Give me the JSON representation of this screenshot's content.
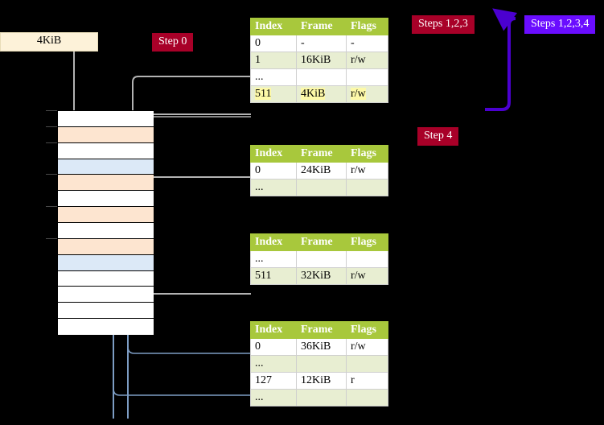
{
  "labels": {
    "step0": "Step 0",
    "steps123": "Steps 1,2,3",
    "steps1234": "Steps 1,2,3,4",
    "step4": "Step 4",
    "memblock_4kib": "4KiB"
  },
  "colors": {
    "badge_red": "#a80028",
    "badge_violet": "#6a0dff",
    "table_header": "#a8c83c",
    "table_row_tint": "#e8eed2",
    "highlight_yellow": "#fdf9a8",
    "memblock_bg": "#fdf2d9",
    "grid_peach": "#fde5d0",
    "grid_blue": "#dce9f7",
    "arrow_gray": "#b3b3b3",
    "arrow_blue": "#7d9dc4"
  },
  "tables": [
    {
      "name": "page-table-level-0",
      "headers": [
        "Index",
        "Frame",
        "Flags"
      ],
      "rows": [
        {
          "tint": false,
          "highlight": false,
          "cells": [
            "0",
            "-",
            "-"
          ]
        },
        {
          "tint": true,
          "highlight": false,
          "cells": [
            "1",
            "16KiB",
            "r/w"
          ]
        },
        {
          "tint": false,
          "highlight": false,
          "cells": [
            "...",
            "",
            ""
          ]
        },
        {
          "tint": true,
          "highlight": true,
          "cells": [
            "511",
            "4KiB",
            "r/w"
          ]
        }
      ]
    },
    {
      "name": "page-table-level-1",
      "headers": [
        "Index",
        "Frame",
        "Flags"
      ],
      "rows": [
        {
          "tint": false,
          "highlight": false,
          "cells": [
            "0",
            "24KiB",
            "r/w"
          ]
        },
        {
          "tint": true,
          "highlight": false,
          "cells": [
            "...",
            "",
            ""
          ]
        }
      ]
    },
    {
      "name": "page-table-level-2",
      "headers": [
        "Index",
        "Frame",
        "Flags"
      ],
      "rows": [
        {
          "tint": false,
          "highlight": false,
          "cells": [
            "...",
            "",
            ""
          ]
        },
        {
          "tint": true,
          "highlight": false,
          "cells": [
            "511",
            "32KiB",
            "r/w"
          ]
        }
      ]
    },
    {
      "name": "page-table-level-3",
      "headers": [
        "Index",
        "Frame",
        "Flags"
      ],
      "rows": [
        {
          "tint": false,
          "highlight": false,
          "cells": [
            "0",
            "36KiB",
            "r/w"
          ]
        },
        {
          "tint": true,
          "highlight": false,
          "cells": [
            "...",
            "",
            ""
          ]
        },
        {
          "tint": false,
          "highlight": false,
          "cells": [
            "127",
            "12KiB",
            "r"
          ]
        },
        {
          "tint": true,
          "highlight": false,
          "cells": [
            "...",
            "",
            ""
          ]
        }
      ]
    }
  ],
  "memory_grid": {
    "rows": [
      {
        "fill": "c-white",
        "tick": true
      },
      {
        "fill": "c-peach",
        "tick": true
      },
      {
        "fill": "c-white",
        "tick": true
      },
      {
        "fill": "c-blue",
        "tick": false
      },
      {
        "fill": "c-peach",
        "tick": true
      },
      {
        "fill": "c-white",
        "tick": false
      },
      {
        "fill": "c-peach",
        "tick": true
      },
      {
        "fill": "c-white",
        "tick": false
      },
      {
        "fill": "c-peach",
        "tick": true
      },
      {
        "fill": "c-blue",
        "tick": false
      },
      {
        "fill": "c-white",
        "tick": false
      },
      {
        "fill": "c-white",
        "tick": false
      },
      {
        "fill": "c-white",
        "tick": false
      },
      {
        "fill": "c-white",
        "tick": false
      }
    ]
  }
}
